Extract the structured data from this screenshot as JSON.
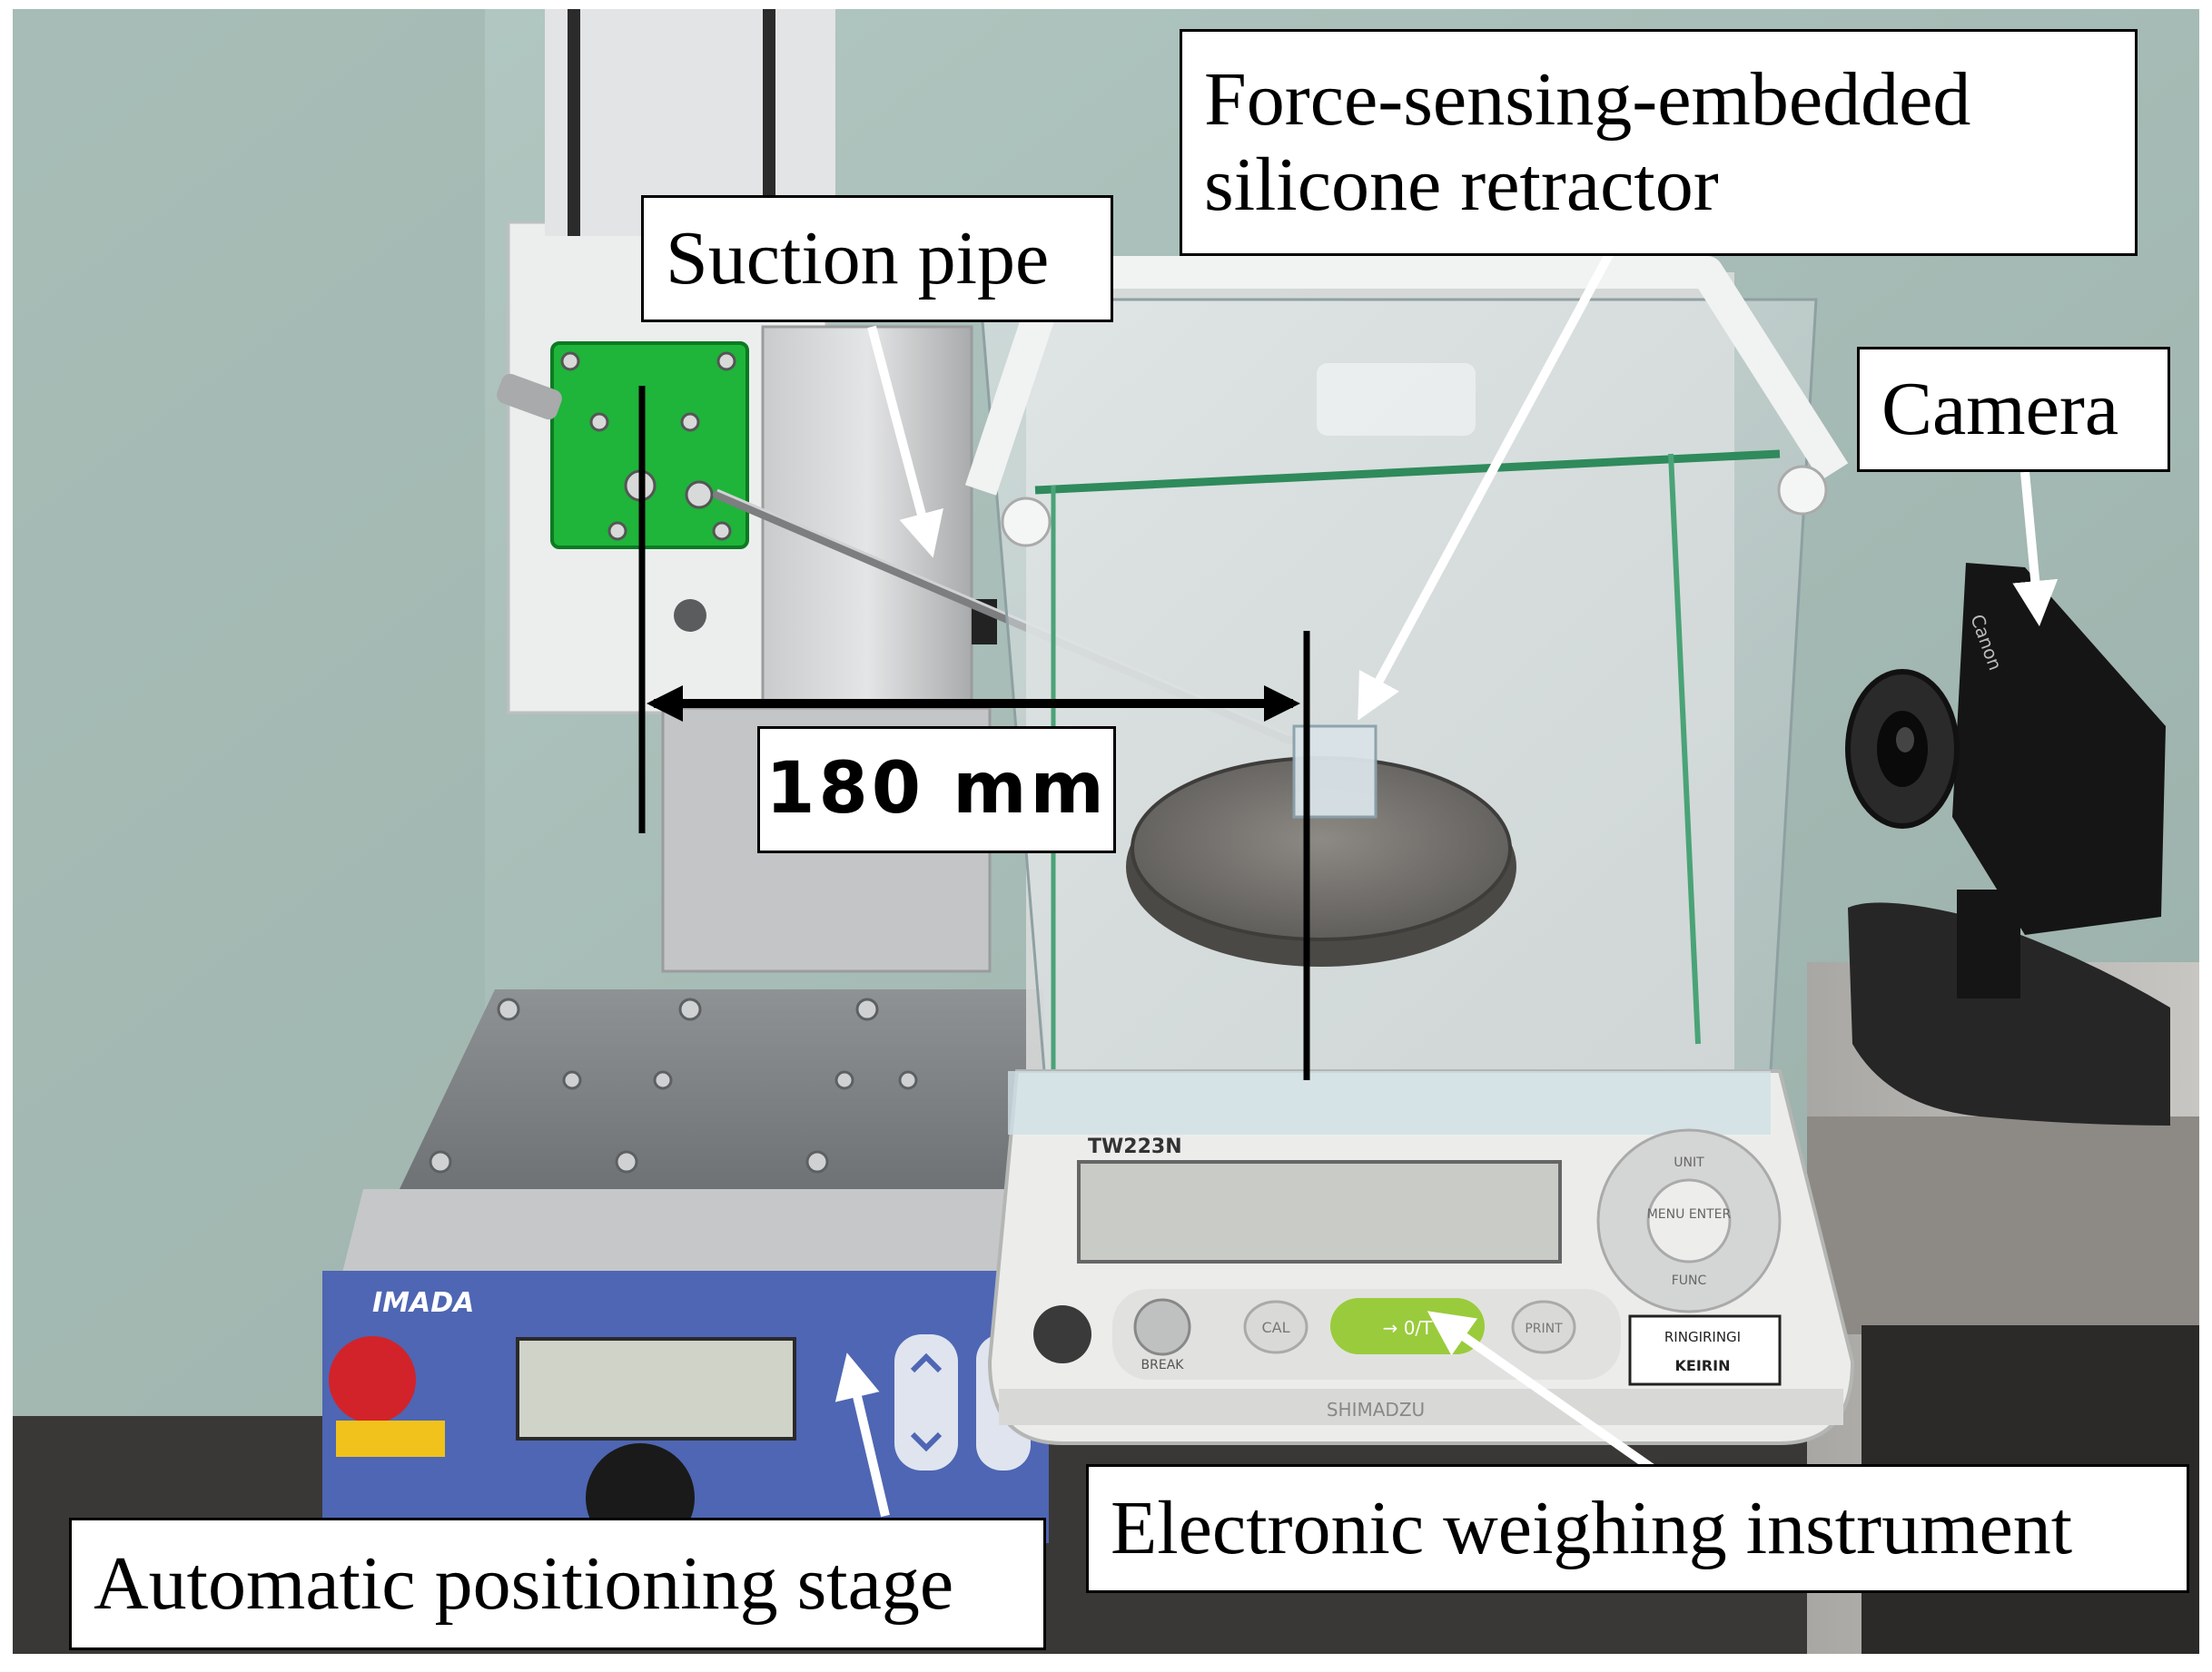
{
  "labels": {
    "suction_pipe": "Suction pipe",
    "retractor_line1": "Force-sensing-embedded",
    "retractor_line2": "silicone retractor",
    "camera": "Camera",
    "distance": "180 mm",
    "weighing_instrument": "Electronic weighing instrument",
    "positioning_stage": "Automatic positioning stage"
  },
  "device_text": {
    "stage_brand": "IMADA",
    "scale_model": "TW223N",
    "scale_brand": "SHIMADZU",
    "btn_break": "BREAK",
    "btn_cal": "CAL",
    "btn_zero": "→ 0/T",
    "btn_print": "PRINT",
    "btn_menu": "MENU ENTER",
    "btn_unit": "UNIT",
    "btn_func": "FUNC",
    "sticker": "RINGIRINGI",
    "sticker_sub": "KEIRIN",
    "camera_brand": "Canon"
  },
  "colors": {
    "wall": "#a7bdb7",
    "green_holder": "#1fb43a",
    "stage_blue": "#3f58a8",
    "scale_white": "#ecedeb",
    "glass_edge": "#3a9a6a",
    "camera_black": "#151515",
    "zero_button": "#9acb3c",
    "emergency_red": "#d2232a"
  }
}
